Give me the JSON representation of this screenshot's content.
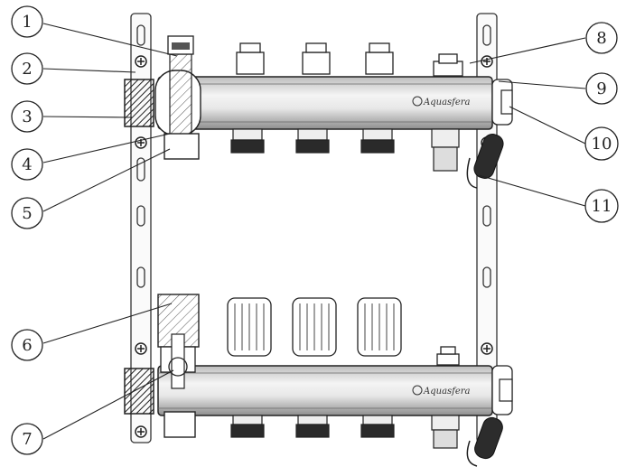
{
  "diagram": {
    "brand_label": "Aquasfera",
    "callouts": [
      {
        "number": "1"
      },
      {
        "number": "2"
      },
      {
        "number": "3"
      },
      {
        "number": "4"
      },
      {
        "number": "5"
      },
      {
        "number": "6"
      },
      {
        "number": "7"
      },
      {
        "number": "8"
      },
      {
        "number": "9"
      },
      {
        "number": "10"
      },
      {
        "number": "11"
      }
    ]
  }
}
